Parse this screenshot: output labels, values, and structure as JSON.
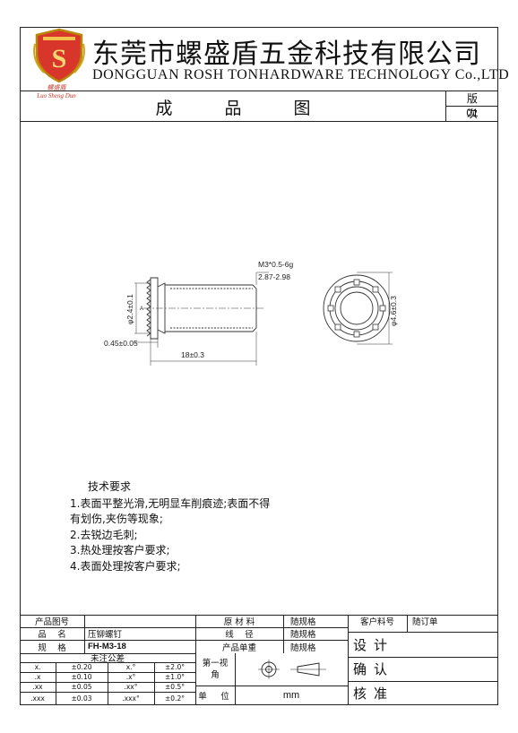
{
  "header": {
    "company_cn": "东莞市螺盛盾五金科技有限公司",
    "company_en": "DONGGUAN ROSH TONHARDWARE TECHNOLOGY Co.,LTD",
    "logo_letter": "S",
    "logo_caption": "Luo Sheng Dun",
    "logo_text_cn": "螺盛盾",
    "title": "成品图",
    "version_label": "版次",
    "version_value": "01"
  },
  "drawing": {
    "thread_label": "M3*0.5-6g",
    "pitch_range": "2.87-2.98",
    "dim_head_dia": "φ2.4±0.1",
    "dim_head_thk": "0.45±0.05",
    "dim_length": "18±0.3",
    "dim_outer_dia": "φ4.6±0.3",
    "label_a": "A"
  },
  "notes": {
    "title": "技术要求",
    "items": [
      "1.表面平整光滑,无明显车削痕迹;表面不得",
      "有划伤,夹伤等现象;",
      "2.去锐边毛刺;",
      "3.热处理按客户要求;",
      "4.表面处理按客户要求;"
    ]
  },
  "title_block": {
    "product_no_label": "产品图号",
    "product_name_label": "品　 名",
    "product_name_value": "压铆螺钉",
    "spec_label": "规　 格",
    "spec_value": "FH-M3-18",
    "untol_label": "未注公差",
    "material_label": "原 材 料",
    "material_value": "随规格",
    "wire_label": "线　 径",
    "wire_value": "随规格",
    "unit_weight_label": "产品单重",
    "unit_weight_value": "随规格",
    "angle_label": "第一视角",
    "unit_label": "单　位",
    "unit_value": "mm",
    "customer_no_label": "客户料号",
    "customer_no_value": "随订单",
    "design_label": "设计",
    "confirm_label": "确认",
    "approve_label": "核准",
    "tolerances": [
      {
        "a": "x.",
        "b": "±0.20",
        "c": "x.°",
        "d": "±2.0°"
      },
      {
        "a": ".x",
        "b": "±0.10",
        "c": ".x°",
        "d": "±1.0°"
      },
      {
        "a": ".xx",
        "b": "±0.05",
        "c": ".xx°",
        "d": "±0.5°"
      },
      {
        "a": ".xxx",
        "b": "±0.03",
        "c": ".xxx°",
        "d": "±0.2°"
      }
    ]
  }
}
